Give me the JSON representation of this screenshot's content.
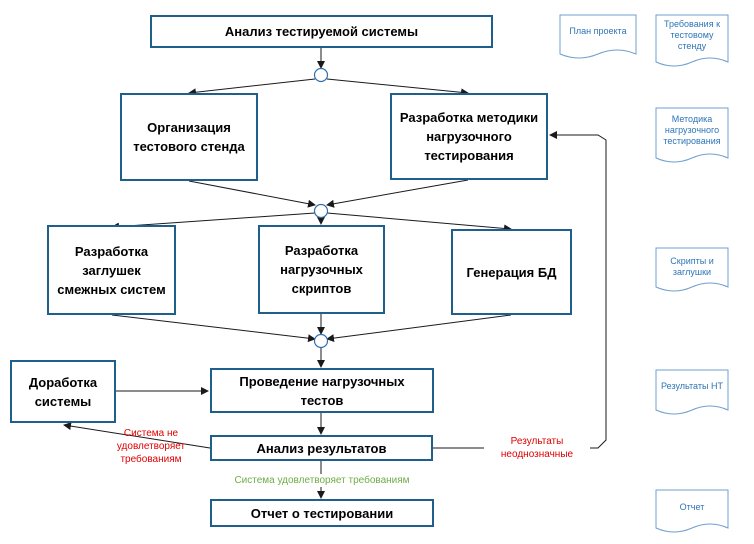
{
  "boxes": {
    "analysis": "Анализ тестируемой системы",
    "stand": "Организация тестового стенда",
    "methodology": "Разработка методики нагрузочного тестирования",
    "stubs": "Разработка заглушек смежных систем",
    "scripts": "Разработка нагрузочных скриптов",
    "db": "Генерация БД",
    "rework": "Доработка системы",
    "tests": "Проведение нагрузочных тестов",
    "results": "Анализ результатов",
    "report": "Отчет о тестировании"
  },
  "notes": {
    "not_meet": "Система не удовлетворяет требованиям",
    "meets": "Система удовлетворяет требованиям",
    "ambiguous": "Результаты неоднозначные"
  },
  "documents": {
    "project_plan": "План проекта",
    "stand_requirements": "Требования к тестовому стенду",
    "methodology": "Методика нагрузочного тестирования",
    "scripts_stubs": "Скрипты и заглушки",
    "nt_results": "Результаты НТ",
    "report": "Отчет"
  },
  "colors": {
    "box_border": "#1f5f8b",
    "document_border": "#6f9fcf",
    "document_text": "#2e75b6",
    "connector": "#2f6fb0",
    "negative_note": "#e00000",
    "positive_note": "#70ad47"
  }
}
